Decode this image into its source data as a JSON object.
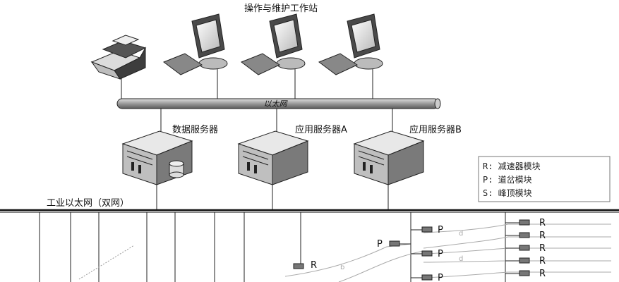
{
  "title": "操作与维护工作站",
  "ethernet_label": "以太网",
  "servers": {
    "data": "数据服务器",
    "app_a": "应用服务器A",
    "app_b": "应用服务器B"
  },
  "industrial_net_label": "工业以太网（双网）",
  "legend": {
    "items": [
      "R: 减速器模块",
      "P: 道岔模块",
      "S: 峰顶模块"
    ]
  },
  "field": {
    "letter_r": "R",
    "letter_p": "P"
  },
  "icons": {
    "printer": "printer-icon",
    "workstation": "workstation-icon",
    "server": "server-icon",
    "database": "database-icon"
  }
}
